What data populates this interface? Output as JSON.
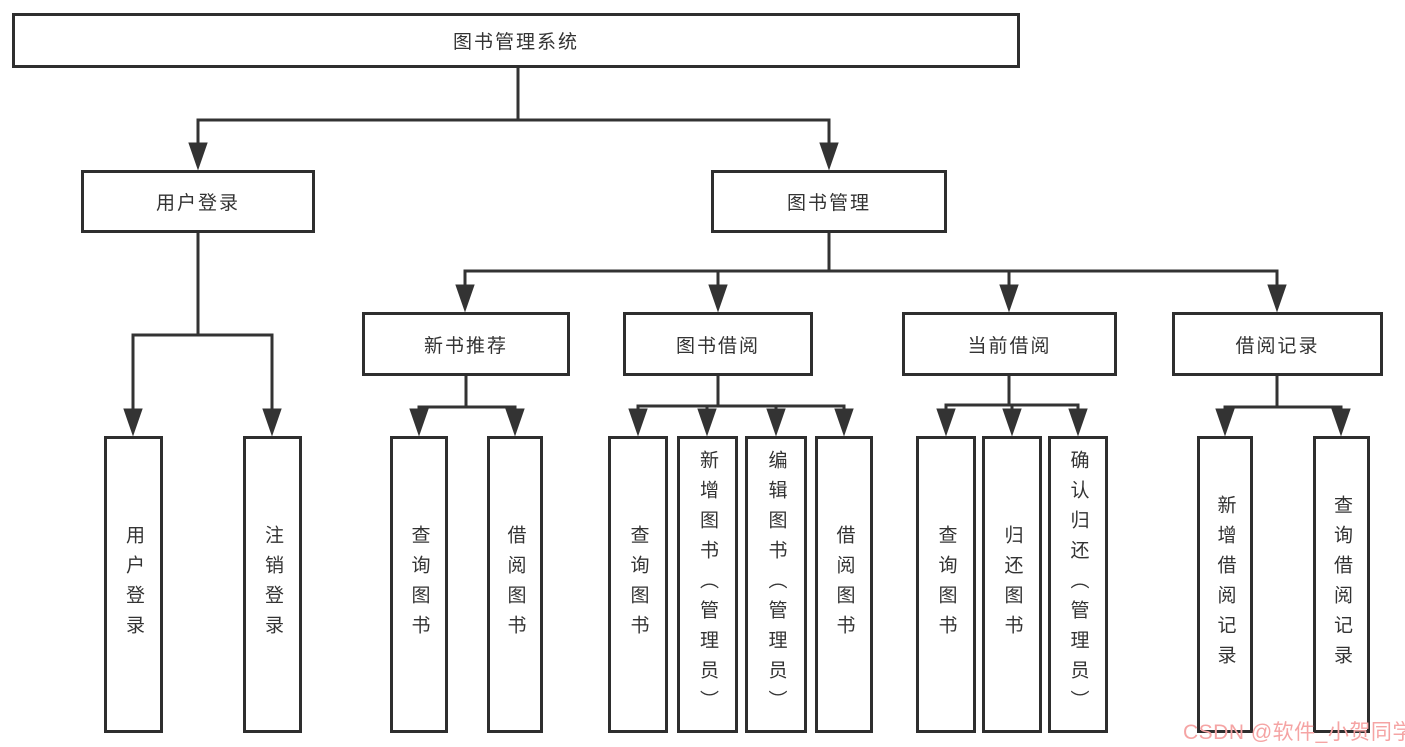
{
  "diagram": {
    "root": {
      "label": "图书管理系统"
    },
    "branches": [
      {
        "label": "用户登录",
        "children": [
          {
            "label": "用户登录"
          },
          {
            "label": "注销登录"
          }
        ]
      },
      {
        "label": "图书管理",
        "children": [
          {
            "label": "新书推荐",
            "children": [
              {
                "label": "查询图书"
              },
              {
                "label": "借阅图书"
              }
            ]
          },
          {
            "label": "图书借阅",
            "children": [
              {
                "label": "查询图书"
              },
              {
                "label": "新增图书（管理员）"
              },
              {
                "label": "编辑图书（管理员）"
              },
              {
                "label": "借阅图书"
              }
            ]
          },
          {
            "label": "当前借阅",
            "children": [
              {
                "label": "查询图书"
              },
              {
                "label": "归还图书"
              },
              {
                "label": "确认归还（管理员）"
              }
            ]
          },
          {
            "label": "借阅记录",
            "children": [
              {
                "label": "新增借阅记录"
              },
              {
                "label": "查询借阅记录"
              }
            ]
          }
        ]
      }
    ]
  },
  "watermark": {
    "text": "CSDN @软件_小贺同学",
    "color": "#f5a4a4"
  },
  "colors": {
    "line": "#333333",
    "border": "#2e2e2e",
    "text": "#333333",
    "background": "#ffffff"
  }
}
